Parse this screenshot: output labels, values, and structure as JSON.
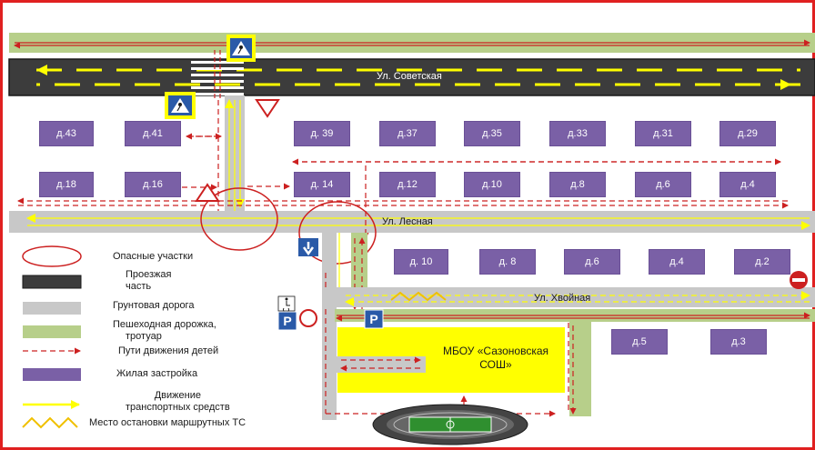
{
  "colors": {
    "frame": "#e02020",
    "carriageway": "#3c3c3c",
    "dirt_road": "#c8c8c8",
    "sidewalk": "#b7cf8a",
    "housing": "#7a60a6",
    "school": "#ffff00",
    "vehicle_arrow": "#ffff00",
    "child_route": "#cc2020",
    "bus_stop": "#f0c000",
    "parking": "#2a5aa8"
  },
  "streets": {
    "sovetskaya": "Ул. Советская",
    "lesnaya": "Ул. Лесная",
    "khvoynaya": "Ул. Хвойная"
  },
  "houses_row1": [
    "д.43",
    "д.41",
    "д. 39",
    "д.37",
    "д.35",
    "д.33",
    "д.31",
    "д.29"
  ],
  "houses_row2": [
    "д.18",
    "д.16",
    "д. 14",
    "д.12",
    "д.10",
    "д.8",
    "д.6",
    "д.4"
  ],
  "houses_row3": [
    "д. 10",
    "д. 8",
    "д.6",
    "д.4",
    "д.2"
  ],
  "houses_row4": [
    "д.5",
    "д.3"
  ],
  "school": {
    "line1": "МБОУ «Сазоновская",
    "line2": "СОШ»"
  },
  "legend": {
    "danger": "Опасные участки",
    "carriageway_line1": "Проезжая",
    "carriageway_line2": "часть",
    "dirt_road": "Грунтовая дорога",
    "sidewalk_line1": "Пешеходная дорожка,",
    "sidewalk_line2": "тротуар",
    "child_routes": "Пути движения детей",
    "housing": "Жилая застройка",
    "traffic_line1": "Движение",
    "traffic_line2": "транспортных средств",
    "bus_stop": "Место остановки маршрутных ТС"
  },
  "icons": {
    "crosswalk_sign": "pedestrian-crossing-sign-icon",
    "yield_sign": "yield-triangle-sign-icon",
    "warning_sign": "warning-triangle-sign-icon",
    "parking_sign": "parking-sign-icon",
    "no_entry_sign": "no-entry-sign-icon",
    "one_way_sign": "one-way-down-sign-icon",
    "disabled_sign": "disabled-parking-sign-icon",
    "stop_circle": "prohibition-circle-sign-icon",
    "stadium": "stadium-icon"
  }
}
